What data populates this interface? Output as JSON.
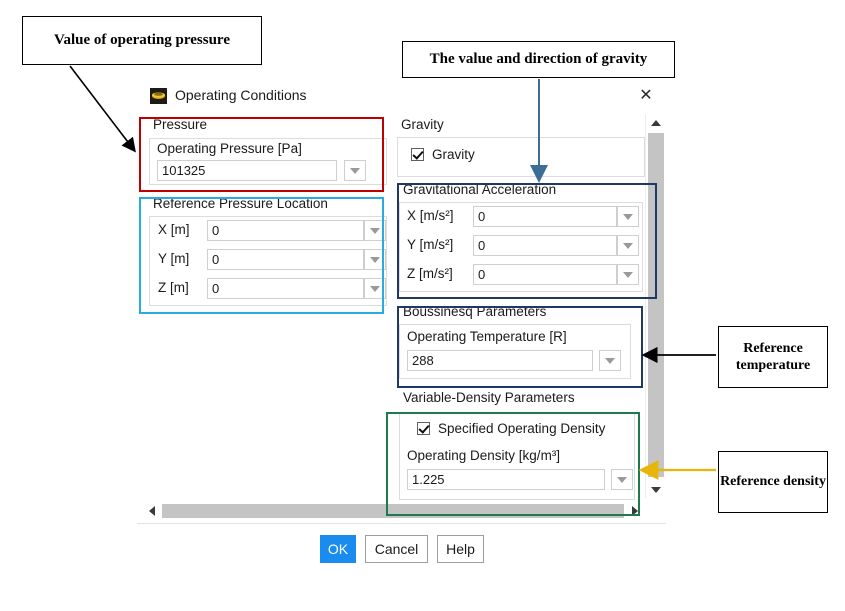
{
  "annotations": [
    {
      "id": "pressure",
      "text": "Value of operating pressure",
      "border": "#000000",
      "arrow": "#000000"
    },
    {
      "id": "gravity",
      "text": "The value and direction of gravity",
      "border": "#000000",
      "arrow": "#3b6e96"
    },
    {
      "id": "temperature",
      "text": "Reference temperature",
      "border": "#000000",
      "arrow": "#000000"
    },
    {
      "id": "density",
      "text": "Reference density",
      "border": "#000000",
      "arrow": "#e8b60a"
    }
  ],
  "dialog": {
    "title": "Operating Conditions",
    "icon": "fluent-app-icon",
    "close_label": "✕",
    "left": {
      "pressure_group": {
        "title": "Pressure",
        "field_label": "Operating Pressure [Pa]",
        "field_value": "101325"
      },
      "reference_pressure_group": {
        "title": "Reference Pressure Location",
        "rows": [
          {
            "label": "X [m]",
            "value": "0"
          },
          {
            "label": "Y [m]",
            "value": "0"
          },
          {
            "label": "Z [m]",
            "value": "0"
          }
        ]
      }
    },
    "right": {
      "gravity_group": {
        "title": "Gravity",
        "checkbox_label": "Gravity",
        "checked": true
      },
      "gravitational_acceleration_group": {
        "title": "Gravitational Acceleration",
        "rows": [
          {
            "label": "X [m/s²]",
            "value": "0"
          },
          {
            "label": "Y [m/s²]",
            "value": "0"
          },
          {
            "label": "Z [m/s²]",
            "value": "0"
          }
        ]
      },
      "boussinesq_group": {
        "title": "Boussinesq Parameters",
        "field_label": "Operating Temperature [R]",
        "field_value": "288"
      },
      "variable_density_group": {
        "title": "Variable-Density Parameters",
        "checkbox_label": "Specified Operating Density",
        "checked": true,
        "field_label": "Operating Density [kg/m³]",
        "field_value": "1.225"
      }
    },
    "buttons": {
      "ok": "OK",
      "cancel": "Cancel",
      "help": "Help"
    }
  },
  "colors": {
    "ok_button": "#1a8cf0",
    "pressure_highlight": "#c00000",
    "reference_location_highlight": "#29abe2",
    "gravity_highlight": "#1f3864",
    "density_highlight": "#1e7a4d",
    "scroll_thumb": "#c4c4c4"
  }
}
